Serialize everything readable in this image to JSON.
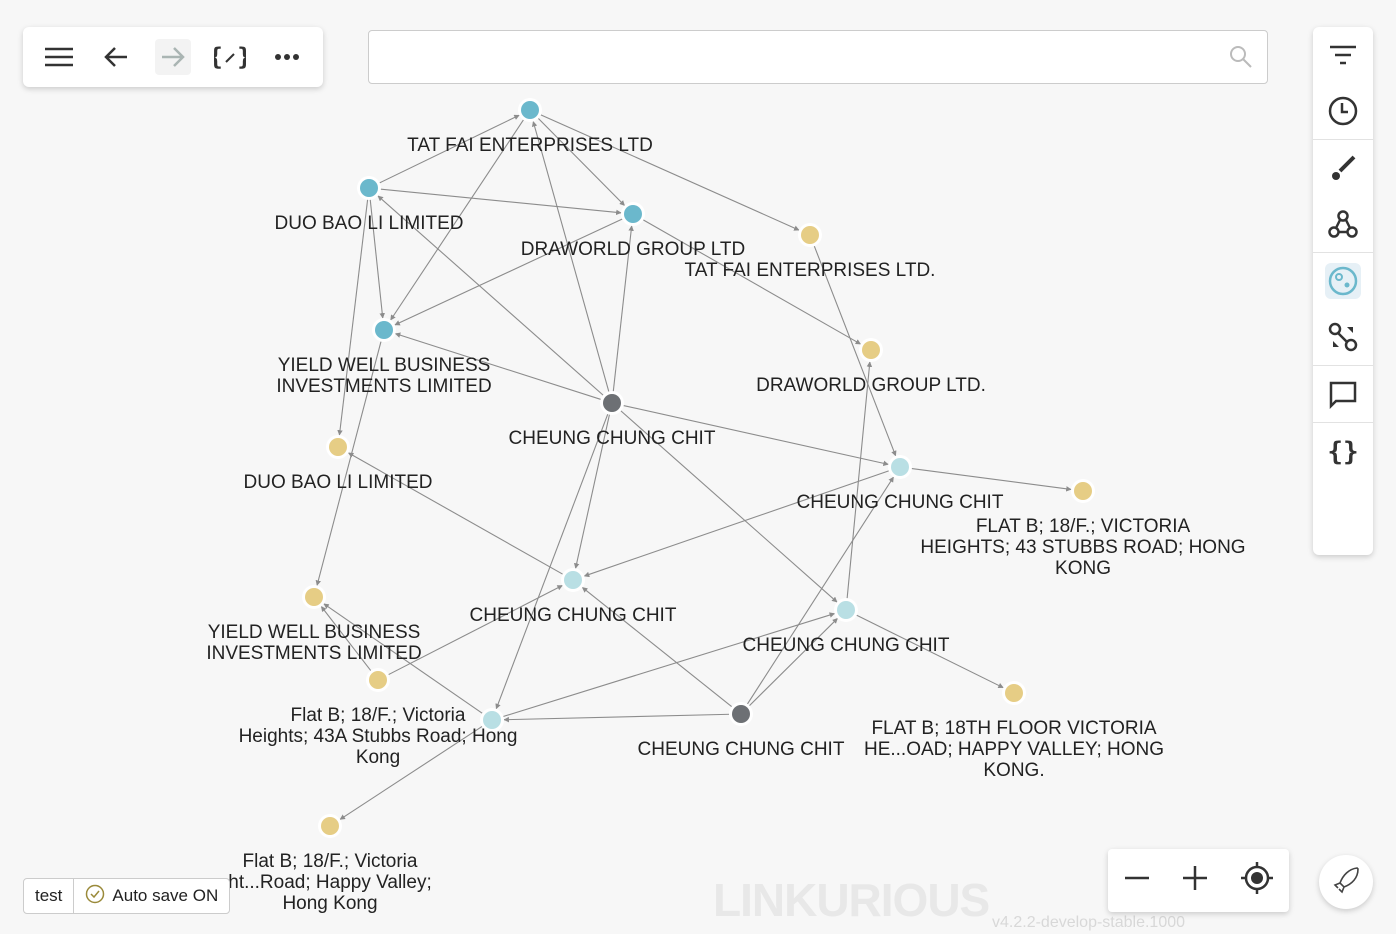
{
  "toolbar": {
    "icons": [
      "menu-icon",
      "arrow-left-icon",
      "arrow-right-icon",
      "code-edit-icon",
      "more-icon"
    ]
  },
  "search": {
    "value": "",
    "placeholder": ""
  },
  "rightbar": {
    "icons": [
      "filter-icon",
      "clock-icon",
      "brush-icon",
      "graph-icon",
      "group-icon",
      "shortest-path-icon",
      "comment-icon",
      "braces-icon"
    ]
  },
  "colors": {
    "company": "#6bb8cc",
    "address": "#e6cd85",
    "person": "#6d7074",
    "person_light": "#b9dfe4",
    "edge": "#8c8c8c"
  },
  "graph": {
    "nodes": [
      {
        "id": "A",
        "type": "company",
        "label": [
          "TAT FAI ENTERPRISES LTD"
        ]
      },
      {
        "id": "B",
        "type": "company",
        "label": [
          "DUO BAO LI LIMITED"
        ]
      },
      {
        "id": "C",
        "type": "company",
        "label": [
          "DRAWORLD GROUP LTD"
        ]
      },
      {
        "id": "D",
        "type": "address",
        "label": [
          "TAT FAI ENTERPRISES LTD."
        ]
      },
      {
        "id": "E",
        "type": "company",
        "label": [
          "YIELD WELL BUSINESS",
          "INVESTMENTS LIMITED"
        ]
      },
      {
        "id": "F",
        "type": "address",
        "label": [
          "DRAWORLD GROUP LTD."
        ]
      },
      {
        "id": "G",
        "type": "person",
        "label": [
          "CHEUNG CHUNG CHIT"
        ]
      },
      {
        "id": "H",
        "type": "address",
        "label": [
          "DUO BAO LI LIMITED"
        ]
      },
      {
        "id": "I",
        "type": "person_light",
        "label": [
          "CHEUNG CHUNG CHIT"
        ]
      },
      {
        "id": "J",
        "type": "address",
        "label": [
          "FLAT B; 18/F.; VICTORIA",
          "HEIGHTS; 43 STUBBS ROAD; HONG",
          "KONG"
        ]
      },
      {
        "id": "K",
        "type": "person_light",
        "label": [
          "CHEUNG CHUNG CHIT"
        ]
      },
      {
        "id": "L",
        "type": "address",
        "label": [
          "YIELD WELL BUSINESS",
          "INVESTMENTS LIMITED"
        ]
      },
      {
        "id": "M",
        "type": "person_light",
        "label": [
          "CHEUNG CHUNG CHIT"
        ]
      },
      {
        "id": "N",
        "type": "address",
        "label": [
          "Flat B; 18/F.; Victoria",
          "Heights; 43A Stubbs Road; Hong",
          "Kong"
        ]
      },
      {
        "id": "O",
        "type": "person_light",
        "label": []
      },
      {
        "id": "P",
        "type": "person",
        "label": [
          "CHEUNG CHUNG CHIT"
        ]
      },
      {
        "id": "Q",
        "type": "address",
        "label": [
          "FLAT B; 18TH FLOOR VICTORIA",
          "HE...OAD; HAPPY VALLEY; HONG",
          "KONG."
        ]
      },
      {
        "id": "R",
        "type": "address",
        "label": [
          "Flat B; 18/F.; Victoria",
          "ht...Road; Happy Valley;",
          "Hong Kong"
        ]
      }
    ],
    "edges": [
      [
        "B",
        "A"
      ],
      [
        "A",
        "C"
      ],
      [
        "A",
        "D"
      ],
      [
        "A",
        "E"
      ],
      [
        "G",
        "A"
      ],
      [
        "B",
        "C"
      ],
      [
        "B",
        "E"
      ],
      [
        "B",
        "H"
      ],
      [
        "G",
        "B"
      ],
      [
        "C",
        "E"
      ],
      [
        "G",
        "C"
      ],
      [
        "G",
        "E"
      ],
      [
        "G",
        "I"
      ],
      [
        "G",
        "K"
      ],
      [
        "G",
        "O"
      ],
      [
        "G",
        "M"
      ],
      [
        "E",
        "L"
      ],
      [
        "D",
        "I"
      ],
      [
        "C",
        "F"
      ],
      [
        "M",
        "F"
      ],
      [
        "I",
        "J"
      ],
      [
        "I",
        "K"
      ],
      [
        "P",
        "I"
      ],
      [
        "O",
        "L"
      ],
      [
        "N",
        "K"
      ],
      [
        "O",
        "M"
      ],
      [
        "P",
        "O"
      ],
      [
        "P",
        "M"
      ],
      [
        "P",
        "K"
      ],
      [
        "K",
        "H"
      ],
      [
        "O",
        "R"
      ],
      [
        "M",
        "Q"
      ],
      [
        "N",
        "L"
      ]
    ]
  },
  "zoom": {
    "icons": [
      "minus-icon",
      "plus-icon",
      "locate-icon"
    ]
  },
  "status": {
    "name": "test",
    "autosave": "Auto save ON"
  },
  "footer": {
    "logo": "LINKURIOUS",
    "version": "v4.2.2-develop-stable.1000"
  }
}
